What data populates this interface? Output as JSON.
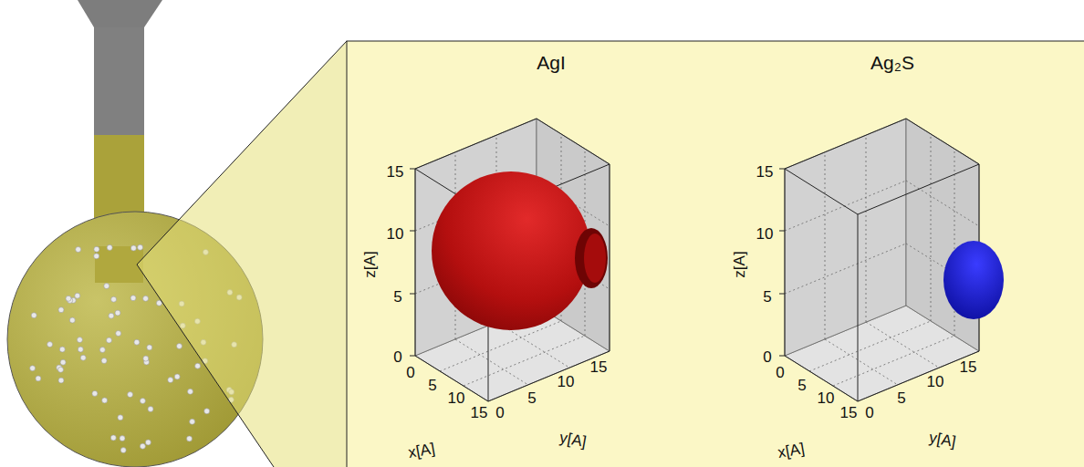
{
  "diagram": {
    "labels": [
      "AgI",
      "15",
      "10",
      "5",
      "0",
      "0",
      "5",
      "10",
      "15",
      "0",
      "5",
      "10",
      "15",
      "z[A]",
      "x[A]",
      "y[A]",
      "Ag₂S",
      "15",
      "10",
      "5",
      "0",
      "0",
      "5",
      "10",
      "15",
      "0",
      "5",
      "10",
      "15",
      "z[A]",
      "x[A]",
      "y[A]"
    ]
  }
}
